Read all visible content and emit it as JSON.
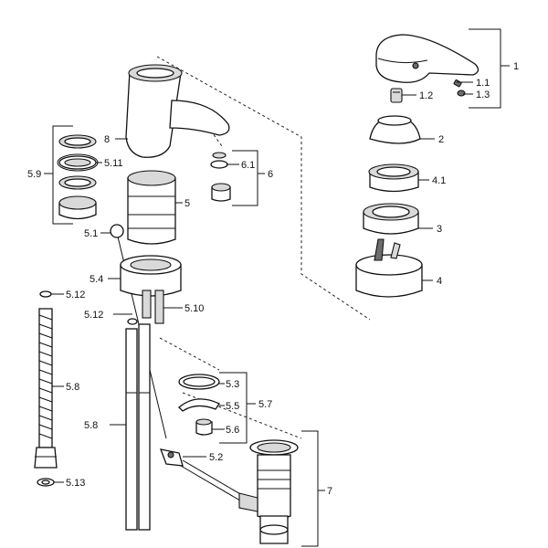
{
  "labels": {
    "l1": "1",
    "l1_1": "1.1",
    "l1_2": "1.2",
    "l1_3": "1.3",
    "l2": "2",
    "l3": "3",
    "l4": "4",
    "l4_1": "4.1",
    "l5": "5",
    "l5_1": "5.1",
    "l5_2": "5.2",
    "l5_3": "5.3",
    "l5_4": "5.4",
    "l5_5": "5.5",
    "l5_6": "5.6",
    "l5_7": "5.7",
    "l5_8": "5.8",
    "l5_9": "5.9",
    "l5_10": "5.10",
    "l5_11": "5.11",
    "l5_12a": "5.12",
    "l5_12b": "5.12",
    "l5_13": "5.13",
    "l6": "6",
    "l6_1": "6.1",
    "l7": "7",
    "l8": "8"
  }
}
